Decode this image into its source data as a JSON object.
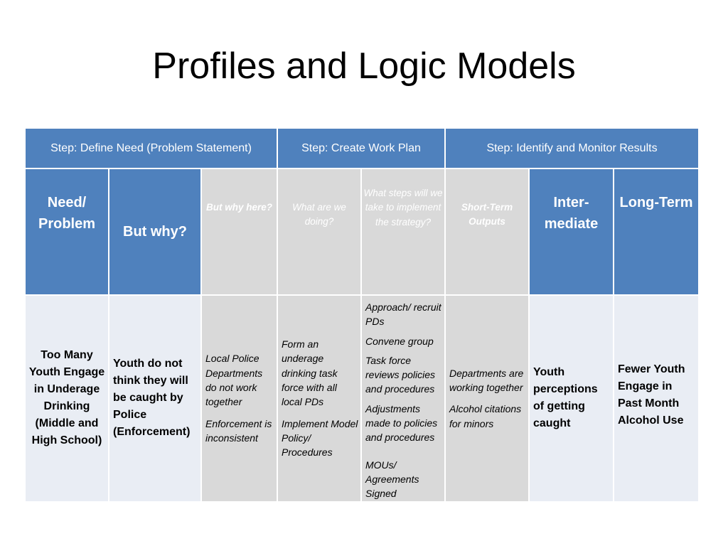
{
  "title": "Profiles and Logic Models",
  "steps": {
    "define": "Step: Define Need (Problem Statement)",
    "plan": "Step: Create Work Plan",
    "results": "Step: Identify and  Monitor Results"
  },
  "headers": {
    "need": "Need/ Problem",
    "but_why": "But why?",
    "but_why_here": "But why here?",
    "what_doing": "What are we doing?",
    "what_steps": "What steps will we take to implement the strategy?",
    "short_term": "Short-Term Outputs",
    "intermediate": "Inter-mediate",
    "long_term": "Long-Term"
  },
  "row": {
    "need": "Too Many Youth Engage in Underage Drinking (Middle and High School)",
    "but_why": "Youth do not think they will be caught by Police (Enforcement)",
    "but_why_here_1": "Local Police Departments do not work together",
    "but_why_here_2": "Enforcement is inconsistent",
    "doing_1": "Form an underage drinking task force with all local PDs",
    "doing_2": "Implement Model Policy/ Procedures",
    "steps": [
      "Approach/ recruit PDs",
      "Convene group",
      "Task force reviews policies and procedures",
      "Adjustments made to policies and procedures",
      "MOUs/ Agreements Signed"
    ],
    "short_term_1": "Departments are working together",
    "short_term_2": "Alcohol citations for minors",
    "intermediate": "Youth perceptions of getting caught",
    "long_term": "Fewer Youth Engage in Past Month Alcohol Use"
  },
  "colors": {
    "header_blue": "#4f81bd",
    "light_row": "#e9edf4",
    "grey_cell": "#d9d9d9"
  }
}
